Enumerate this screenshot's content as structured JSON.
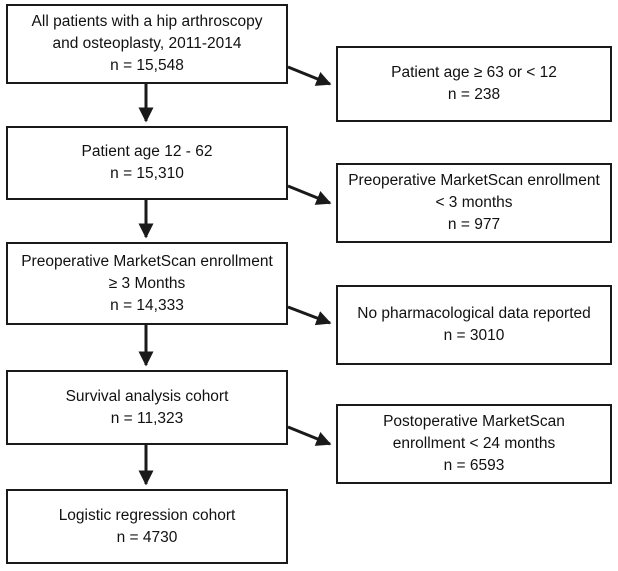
{
  "flowchart": {
    "main": [
      {
        "lines": [
          "All patients with a hip arthroscopy",
          "and osteoplasty, 2011-2014",
          "n = 15,548"
        ]
      },
      {
        "lines": [
          "Patient age 12 - 62",
          "n = 15,310"
        ]
      },
      {
        "lines": [
          "Preoperative MarketScan enrollment",
          "≥ 3 Months",
          "n = 14,333"
        ]
      },
      {
        "lines": [
          "Survival analysis cohort",
          "n = 11,323"
        ]
      },
      {
        "lines": [
          "Logistic regression cohort",
          "n = 4730"
        ]
      }
    ],
    "excluded": [
      {
        "lines": [
          "Patient age ≥ 63 or < 12",
          "n = 238"
        ]
      },
      {
        "lines": [
          "Preoperative MarketScan enrollment",
          "< 3 months",
          "n = 977"
        ]
      },
      {
        "lines": [
          "No pharmacological data reported",
          "n = 3010"
        ]
      },
      {
        "lines": [
          "Postoperative MarketScan",
          "enrollment < 24 months",
          "n = 6593"
        ]
      }
    ],
    "colors": {
      "stroke": "#1a1a1a",
      "text": "#111111",
      "background": "#ffffff"
    }
  }
}
